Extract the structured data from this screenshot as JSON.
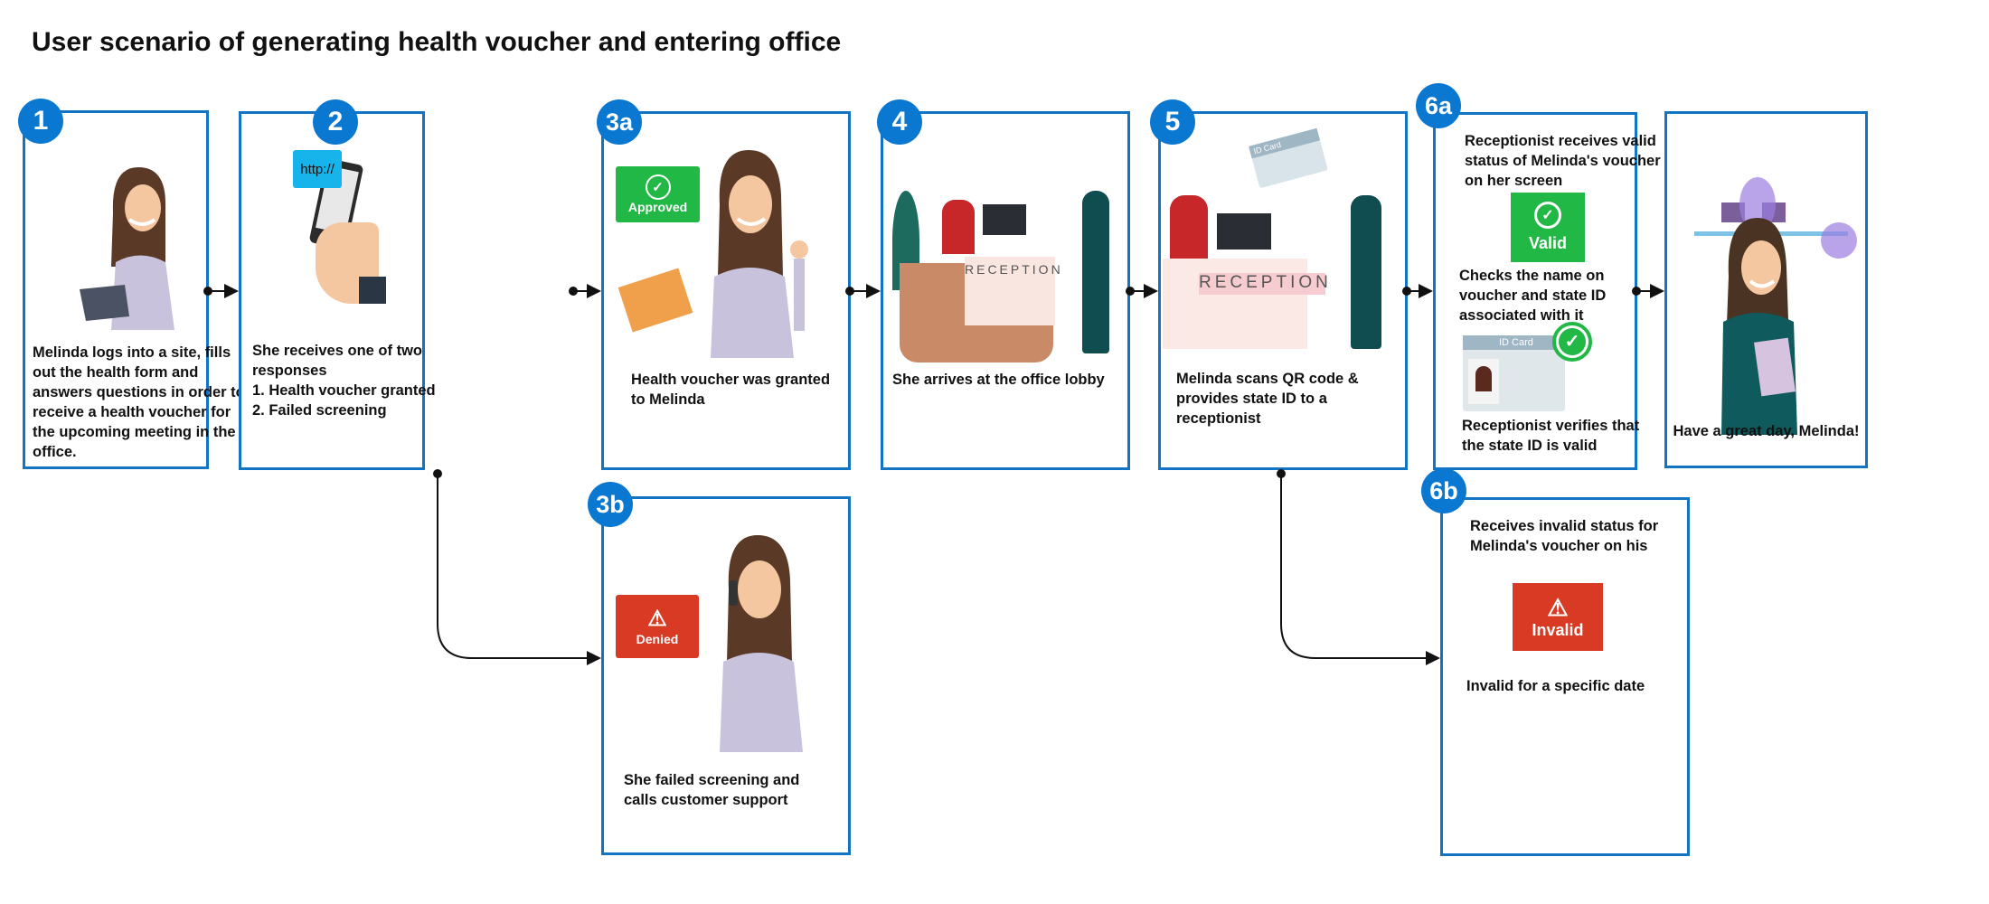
{
  "title": "User scenario of generating health voucher and entering office",
  "steps": {
    "s1": {
      "badge": "1",
      "lines": [
        "Melinda logs into a site, fills",
        "out the health form and",
        "answers questions in order to",
        "receive a health voucher for",
        "the upcoming meeting in the",
        "office."
      ]
    },
    "s2": {
      "badge": "2",
      "bubble": "http://",
      "lines": [
        "She receives one of two",
        "responses",
        "1.   Health voucher granted",
        "2. Failed screening"
      ]
    },
    "s3a": {
      "badge": "3a",
      "status": "Approved",
      "lines": [
        "Health voucher was granted",
        "to Melinda"
      ]
    },
    "s3b": {
      "badge": "3b",
      "status": "Denied",
      "lines": [
        "She failed screening and",
        "calls customer support"
      ]
    },
    "s4": {
      "badge": "4",
      "sign": "RECEPTION",
      "lines": [
        "She arrives at the office lobby"
      ]
    },
    "s5": {
      "badge": "5",
      "sign": "RECEPTION",
      "card": "ID Card",
      "lines": [
        "Melinda scans QR code &",
        "provides state ID to a",
        "receptionist"
      ]
    },
    "s6a": {
      "badge": "6a",
      "lines1": [
        "Receptionist receives valid",
        "status of Melinda's voucher",
        "on her screen"
      ],
      "status": "Valid",
      "lines2": [
        "Checks the name on",
        "voucher and state ID",
        "associated with it"
      ],
      "card": "ID Card",
      "lines3": [
        "Receptionist verifies that",
        "the state ID is valid"
      ]
    },
    "s6b": {
      "badge": "6b",
      "lines1": [
        "Receives invalid status for",
        "Melinda's voucher on his"
      ],
      "status": "Invalid",
      "lines2": [
        "Invalid for a specific date"
      ]
    },
    "final": {
      "lines": [
        "Have a great day, Melinda!"
      ]
    }
  },
  "colors": {
    "accent": "#0a78d1",
    "border": "#1474c4",
    "valid": "#22b845",
    "invalid": "#d93a24"
  }
}
